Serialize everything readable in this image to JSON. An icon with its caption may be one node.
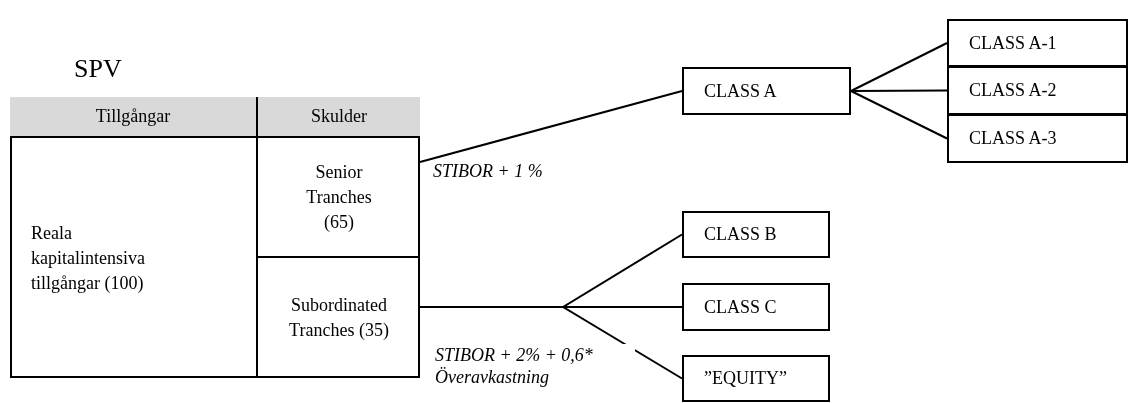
{
  "diagram": {
    "nodes": [
      {
        "text": [
          "SPV"
        ]
      },
      {
        "text": [
          "Tillgångar"
        ],
        "in": 0
      },
      {
        "text": [
          "Skulder"
        ],
        "in": 0
      },
      {
        "text": [
          "Reala kapitalintensiva tillgångar (100)"
        ],
        "in": 0
      },
      {
        "text": [
          "Senior Tranches (65)"
        ],
        "in": 0
      },
      {
        "text": [
          "Subordinated Tranches (35)"
        ],
        "in": 0
      },
      {
        "text": [
          "CLASS A"
        ]
      },
      {
        "text": [
          "CLASS A-1"
        ]
      },
      {
        "text": [
          "CLASS A-2"
        ]
      },
      {
        "text": [
          "CLASS A-3"
        ]
      },
      {
        "text": [
          "CLASS B"
        ]
      },
      {
        "text": [
          "CLASS C"
        ]
      },
      {
        "text": [
          "”EQUITY”"
        ]
      }
    ],
    "edges": [
      {
        "from": 4,
        "to": 6,
        "arrow": "none",
        "label": "STIBOR + 1 %"
      },
      {
        "from": 6,
        "to": 7,
        "arrow": "none"
      },
      {
        "from": 6,
        "to": 8,
        "arrow": "none"
      },
      {
        "from": 6,
        "to": 9,
        "arrow": "none"
      },
      {
        "from": 5,
        "to": 10,
        "arrow": "none"
      },
      {
        "from": 5,
        "to": 11,
        "arrow": "none"
      },
      {
        "from": 5,
        "to": 12,
        "arrow": "none",
        "label": "STIBOR + 2% + 0,6* Överavkastning"
      }
    ]
  }
}
